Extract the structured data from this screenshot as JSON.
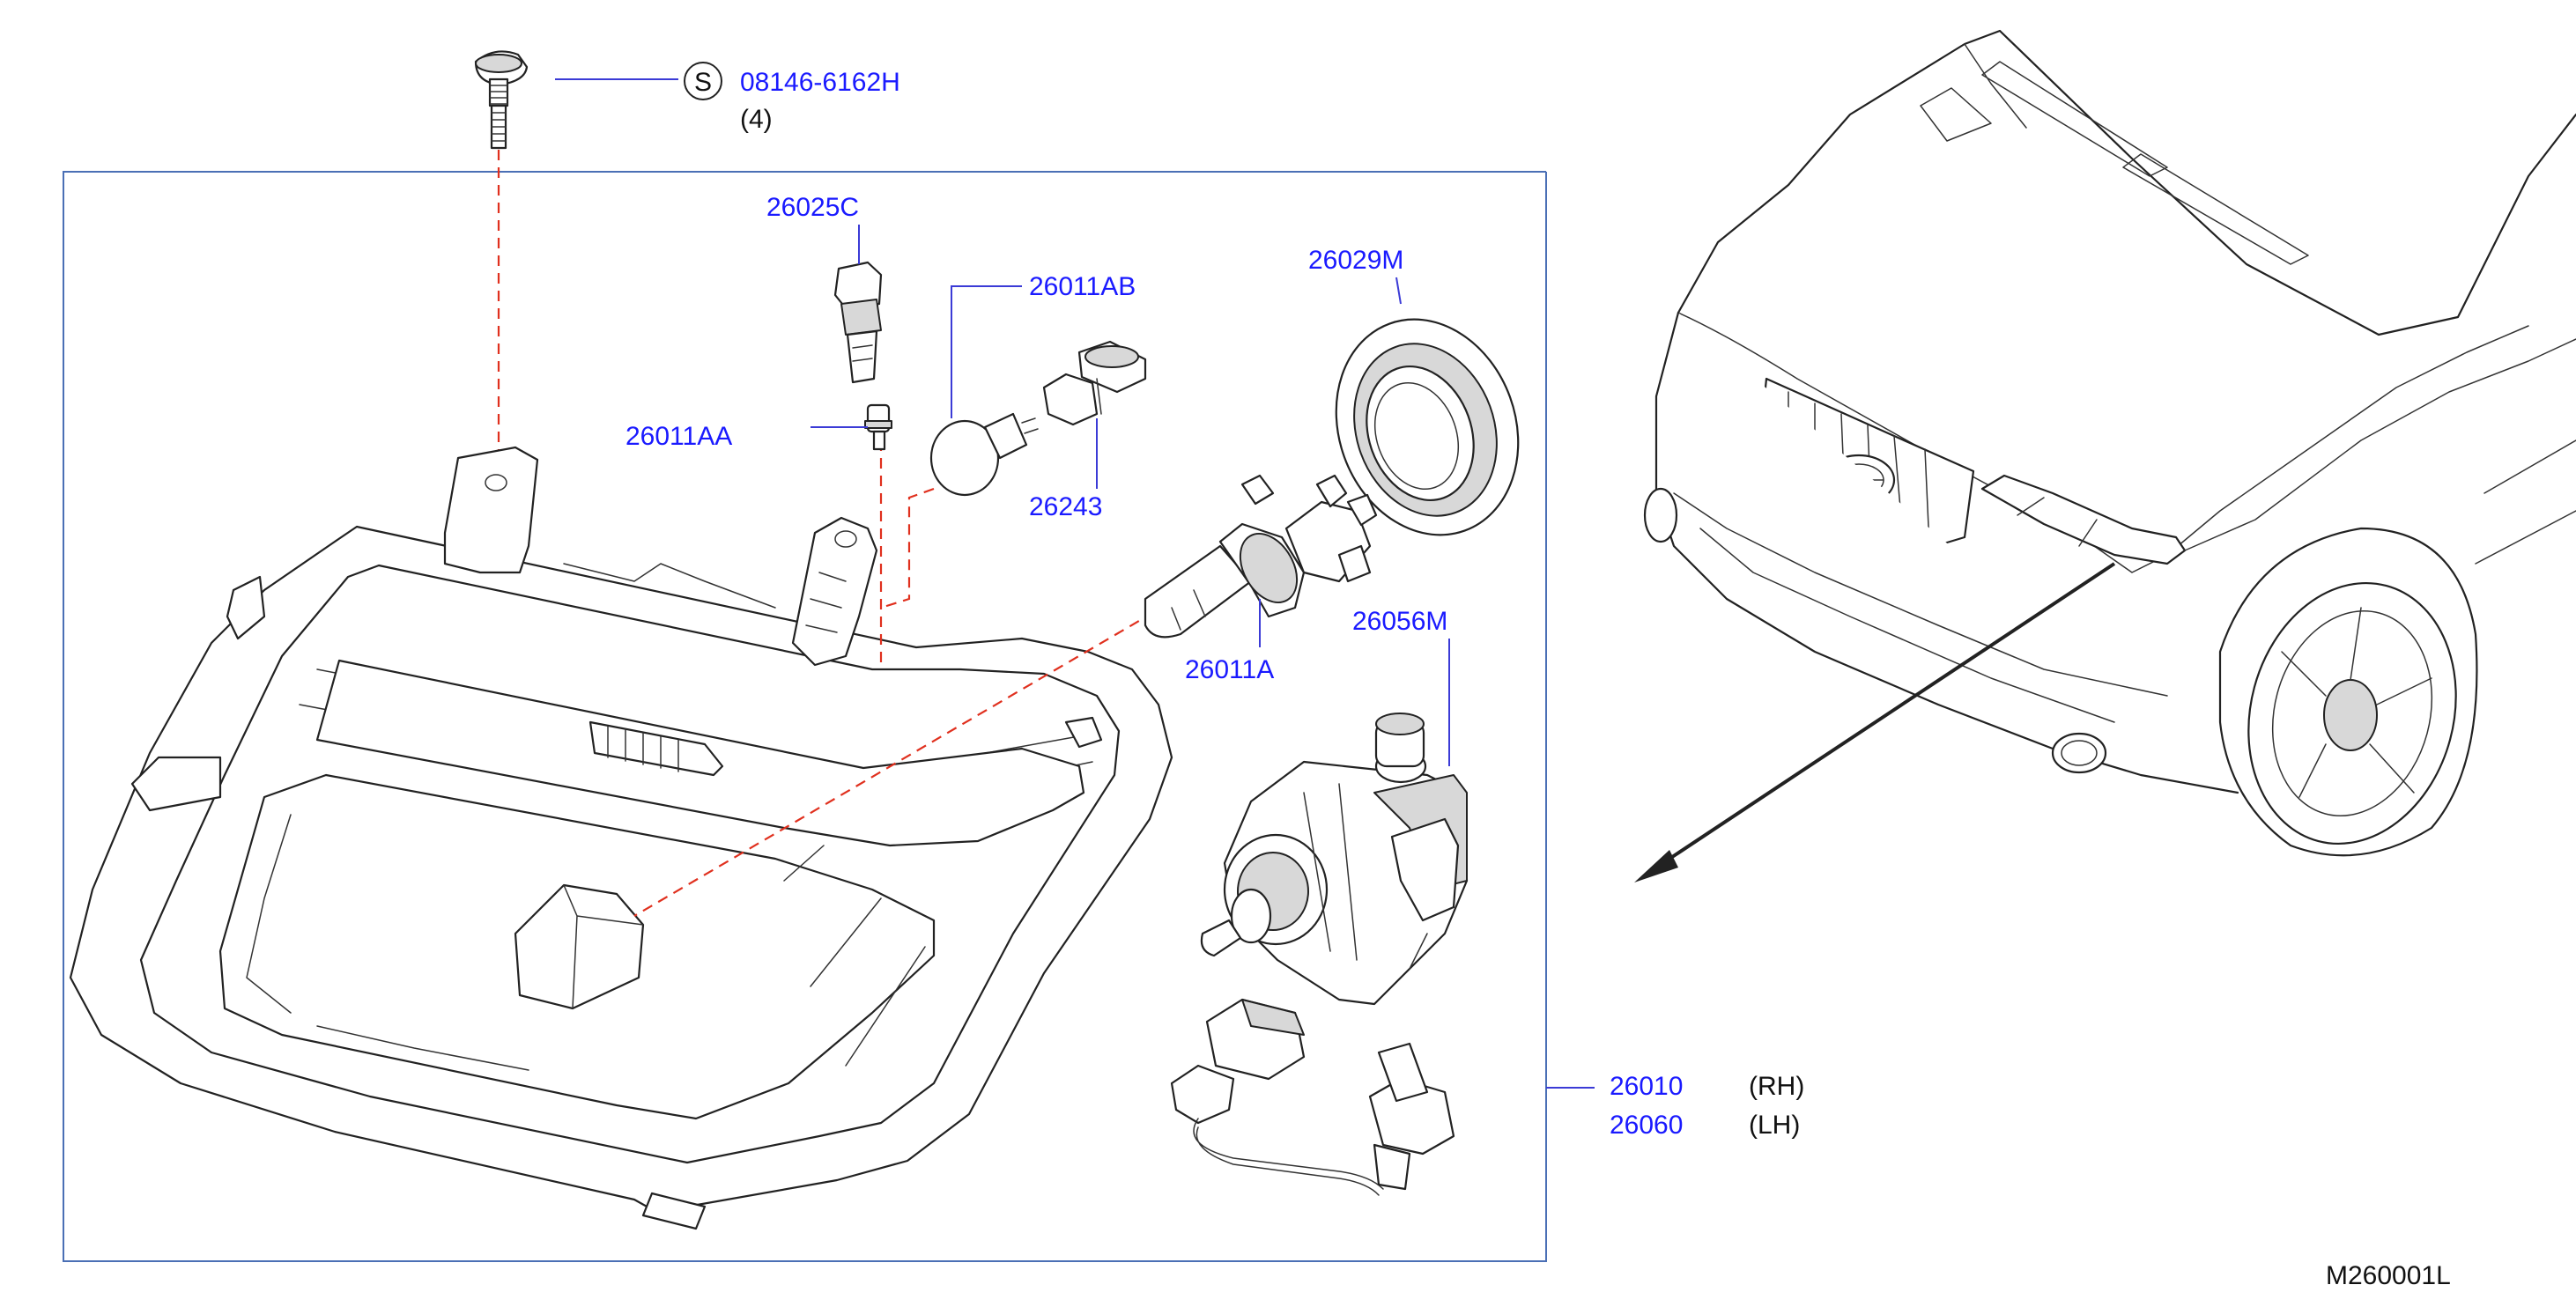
{
  "diagram_id": "M260001L",
  "screw": {
    "marker": "S",
    "part_no": "08146-6162H",
    "qty": "(4)"
  },
  "parts": {
    "socket_26025c": "26025C",
    "bulb_26011ab": "26011AB",
    "bulb_26011aa": "26011AA",
    "socket_26243": "26243",
    "cap_26029m": "26029M",
    "bulb_26011a": "26011A",
    "motor_26056m": "26056M"
  },
  "assembly": [
    {
      "part_no": "26010",
      "side": "(RH)"
    },
    {
      "part_no": "26060",
      "side": "(LH)"
    }
  ],
  "colors": {
    "part_number": "#1a1aff",
    "leader_line": "#3b3bd6",
    "dashed_guide": "#e0301e",
    "frame": "#4a6fb5",
    "drawing_line": "#222222"
  }
}
